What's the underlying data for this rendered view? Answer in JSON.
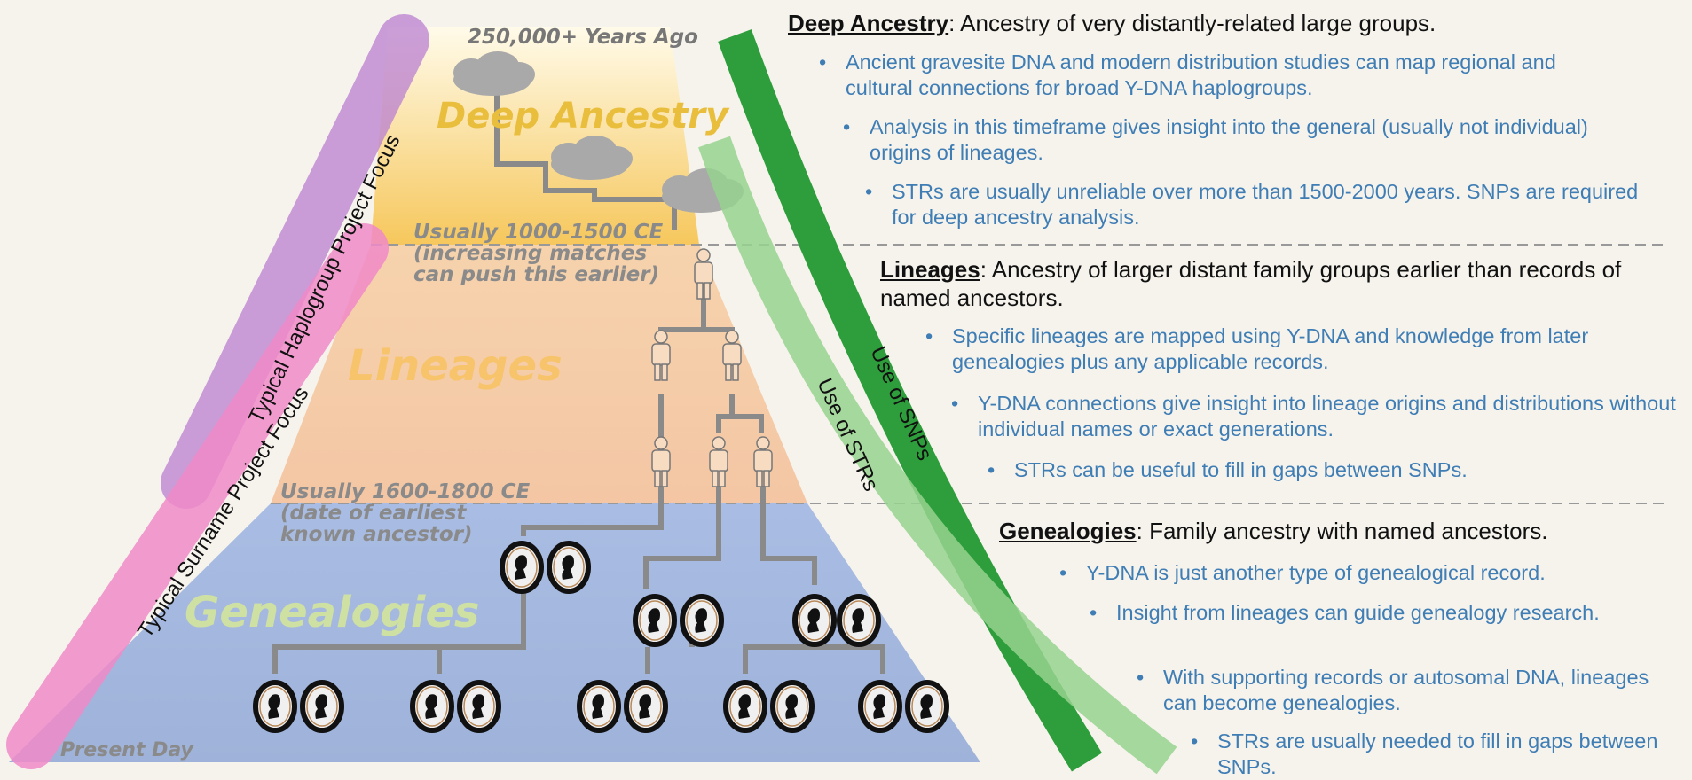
{
  "eras": {
    "top": "250,000+ Years Ago",
    "deep_boundary": "Usually 1000-1500 CE\n(increasing matches\ncan push this earlier)",
    "lineage_boundary": "Usually 1600-1800 CE\n(date of earliest\nknown ancestor)",
    "bottom": "Present Day"
  },
  "zones": {
    "deep": "Deep Ancestry",
    "lineages": "Lineages",
    "genealogies": "Genealogies"
  },
  "bands": {
    "haplogroup": "Typical Haplogroup Project Focus",
    "surname": "Typical Surname Project Focus",
    "snps": "Use of SNPs",
    "strs": "Use of STRs"
  },
  "sections": [
    {
      "title": "Deep Ancestry",
      "text": ":  Ancestry of very distantly-related large groups.",
      "bullets": [
        "Ancient gravesite DNA and modern distribution studies can map regional and cultural connections for broad Y-DNA haplogroups.",
        "Analysis in this timeframe gives insight into the general (usually not individual) origins of lineages.",
        "STRs are usually unreliable over more than 1500-2000 years.  SNPs are required for deep ancestry analysis."
      ]
    },
    {
      "title": "Lineages",
      "text": ":  Ancestry of larger distant family groups earlier than records of named ancestors.",
      "bullets": [
        "Specific lineages are mapped using Y-DNA and knowledge from later genealogies plus any applicable records.",
        "Y-DNA connections give insight into lineage origins and distributions without individual names or exact generations.",
        "STRs can be useful to fill in gaps between SNPs."
      ]
    },
    {
      "title": "Genealogies",
      "text": ":  Family ancestry with named ancestors.",
      "bullets": [
        "Y-DNA is just another type of genealogical record.",
        "Insight from lineages can guide genealogy research.",
        "With supporting records or autosomal DNA, lineages can become genealogies.",
        "STRs are usually needed to fill in gaps between SNPs."
      ]
    }
  ]
}
